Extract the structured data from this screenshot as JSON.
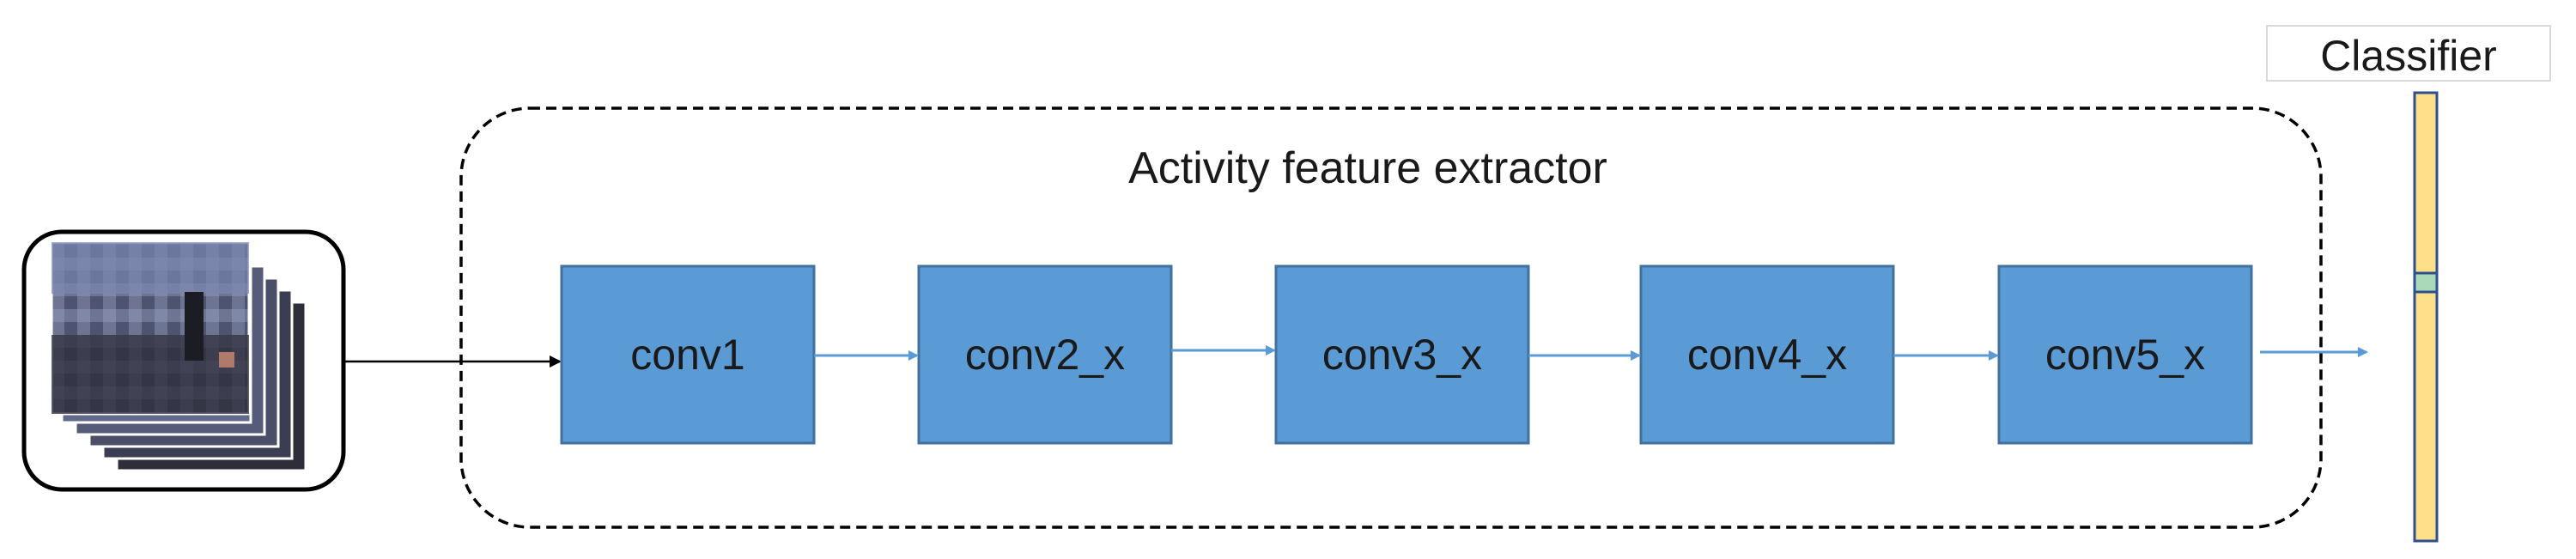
{
  "diagram": {
    "extractor_title": "Activity feature extractor",
    "classifier_title": "Classifier",
    "blocks": [
      {
        "label": "conv1"
      },
      {
        "label": "conv2_x"
      },
      {
        "label": "conv3_x"
      },
      {
        "label": "conv4_x"
      },
      {
        "label": "conv5_x"
      }
    ],
    "input": {
      "frames": 5,
      "icon": "video-frames-icon"
    },
    "colors": {
      "block_fill": "#5b9bd5",
      "block_stroke": "#41719c",
      "arrow": "#5b9bd5",
      "classifier_fill": "#ffe08a",
      "classifier_highlight": "#a9d9b8",
      "classifier_stroke": "#2f4f8f"
    }
  }
}
